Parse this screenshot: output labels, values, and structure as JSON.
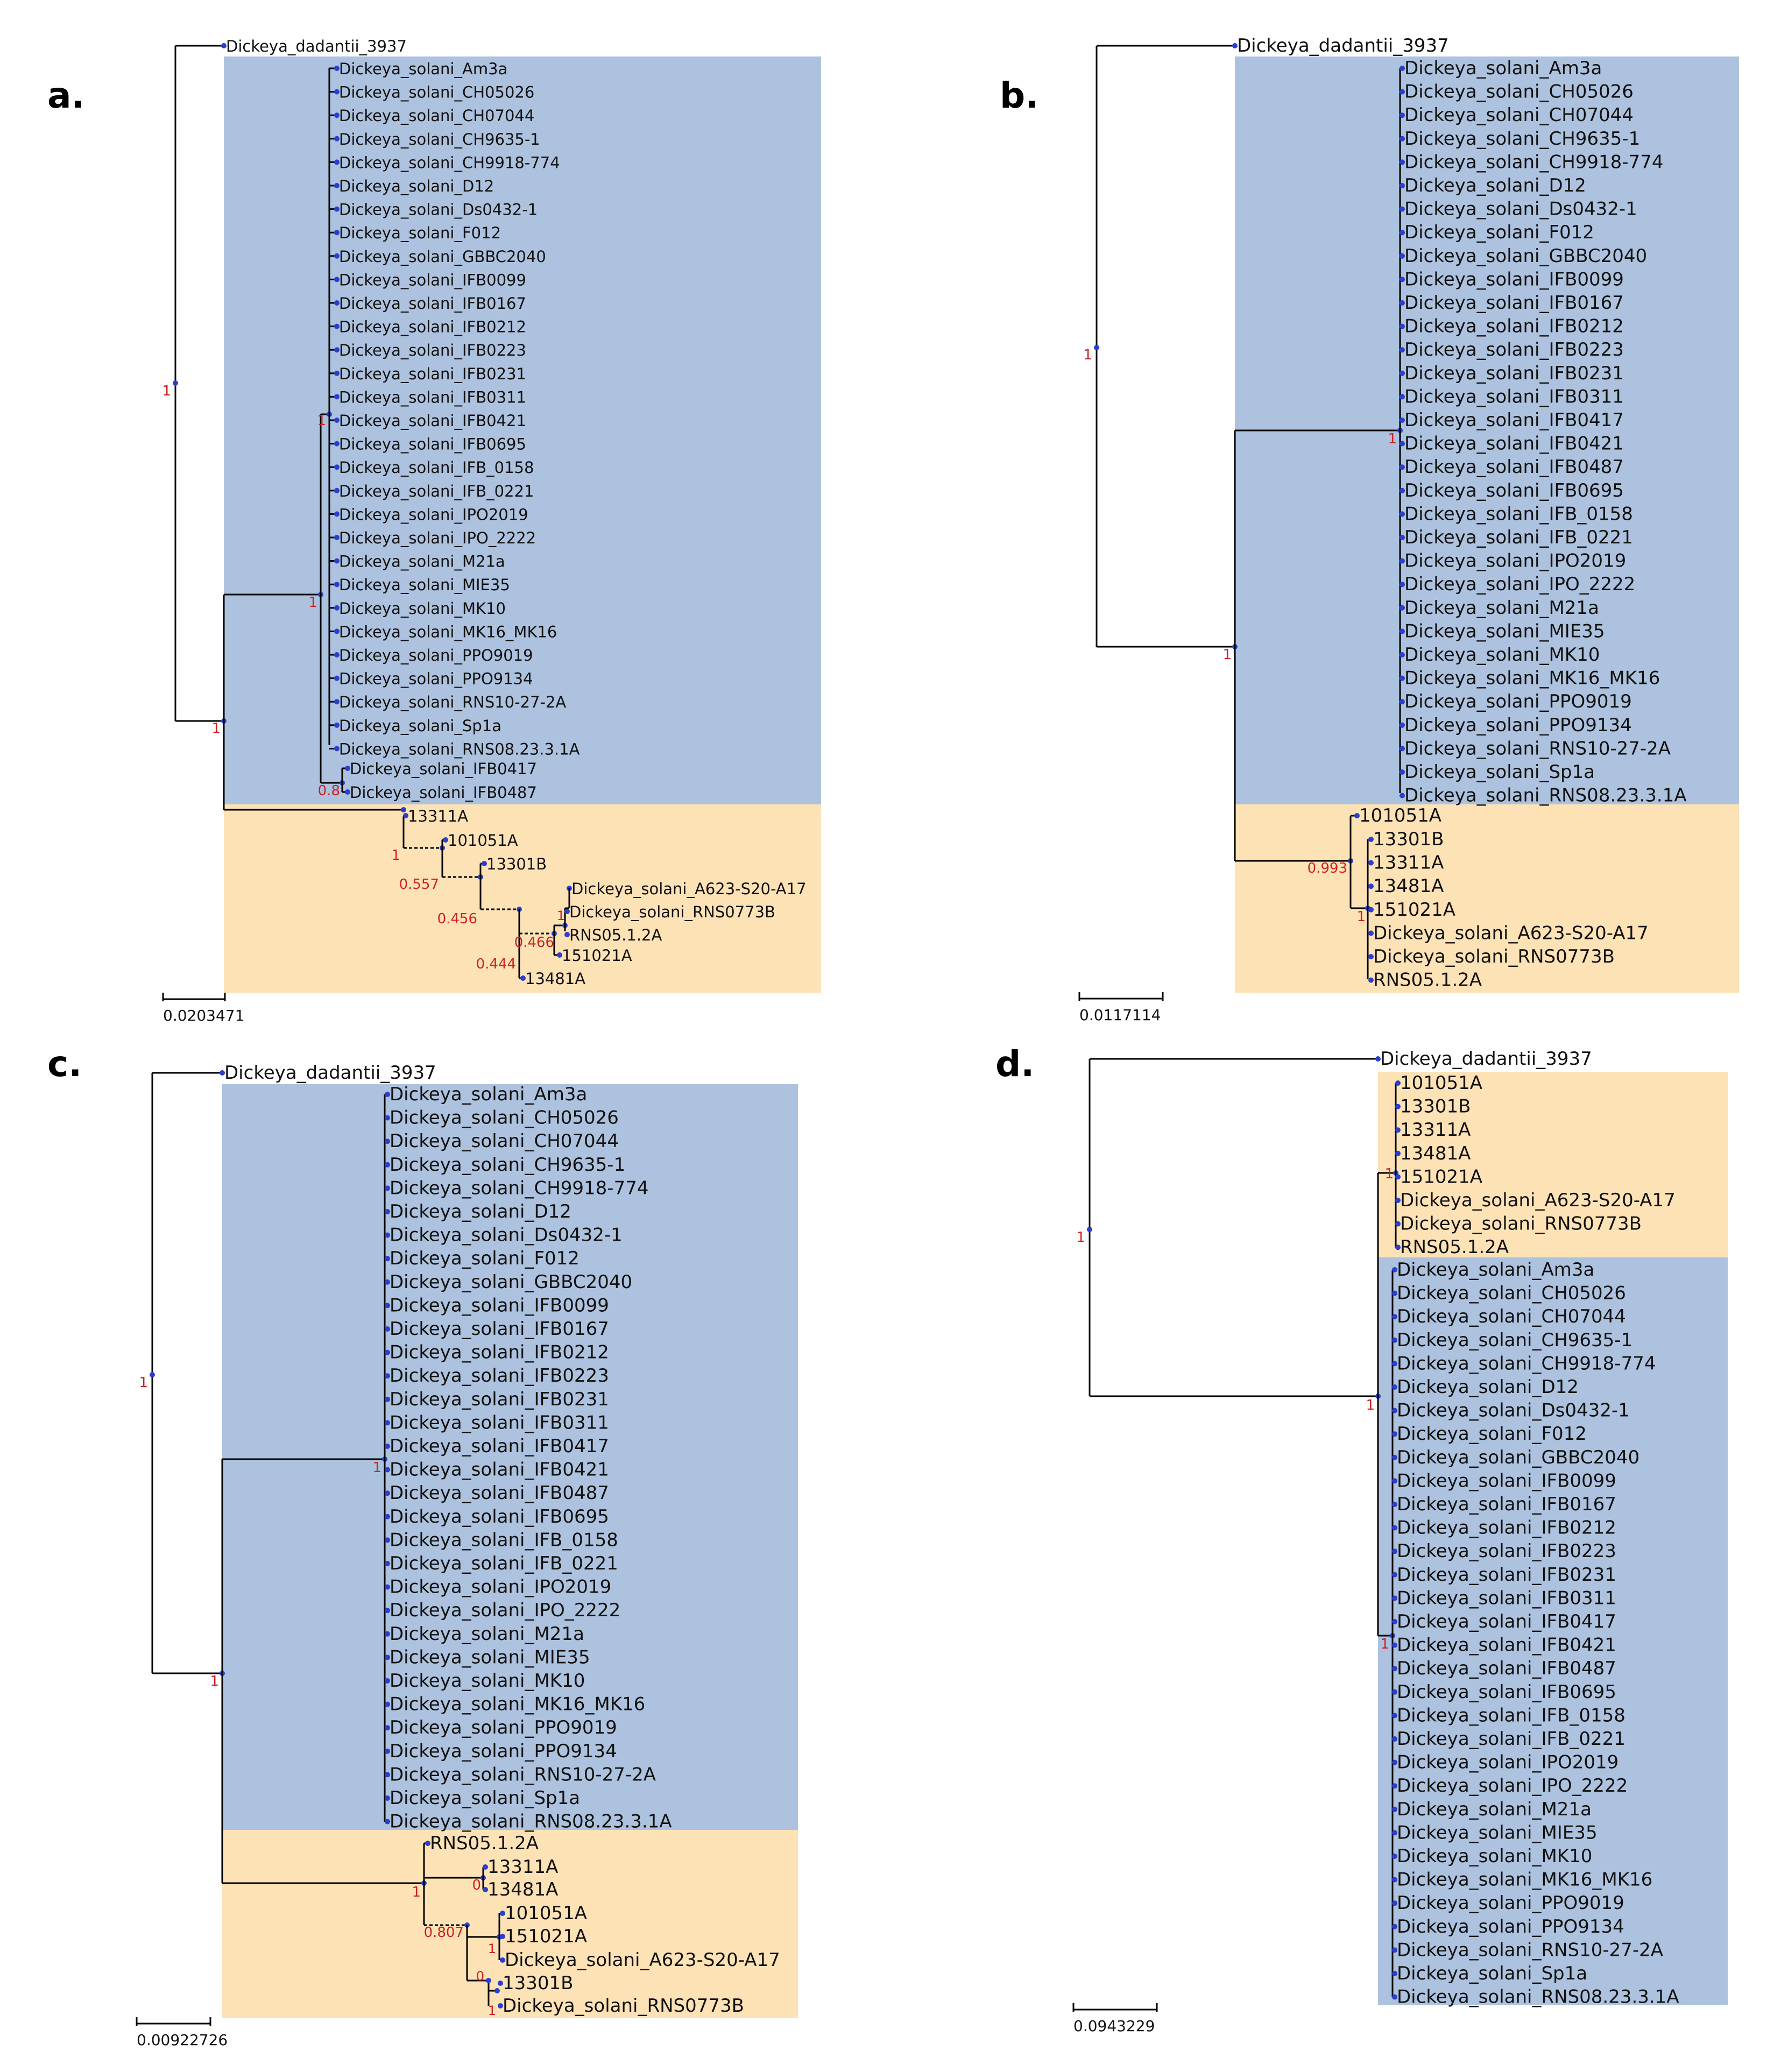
{
  "colors": {
    "solani_clade": "#adc2de",
    "outgroup_clade": "#fde2b6",
    "branch": "#000000",
    "node_dot": "#2a3fd0",
    "support": "#cc2222"
  },
  "panels": [
    {
      "letter": "a.",
      "outgroup": "Dickeya_dadantii_3937",
      "root_support": "1",
      "node_supports": [
        "1",
        "1",
        "1",
        "0.8",
        "1",
        "0.557",
        "0.456",
        "0.444",
        "0.466",
        "1"
      ],
      "scale": "0.0203471",
      "blue_leaves": [
        "Dickeya_solani_Am3a",
        "Dickeya_solani_CH05026",
        "Dickeya_solani_CH07044",
        "Dickeya_solani_CH9635-1",
        "Dickeya_solani_CH9918-774",
        "Dickeya_solani_D12",
        "Dickeya_solani_Ds0432-1",
        "Dickeya_solani_F012",
        "Dickeya_solani_GBBC2040",
        "Dickeya_solani_IFB0099",
        "Dickeya_solani_IFB0167",
        "Dickeya_solani_IFB0212",
        "Dickeya_solani_IFB0223",
        "Dickeya_solani_IFB0231",
        "Dickeya_solani_IFB0311",
        "Dickeya_solani_IFB0421",
        "Dickeya_solani_IFB0695",
        "Dickeya_solani_IFB_0158",
        "Dickeya_solani_IFB_0221",
        "Dickeya_solani_IPO2019",
        "Dickeya_solani_IPO_2222",
        "Dickeya_solani_M21a",
        "Dickeya_solani_MIE35",
        "Dickeya_solani_MK10",
        "Dickeya_solani_MK16_MK16",
        "Dickeya_solani_PPO9019",
        "Dickeya_solani_PPO9134",
        "Dickeya_solani_RNS10-27-2A",
        "Dickeya_solani_Sp1a",
        "Dickeya_solani_RNS08.23.3.1A",
        "Dickeya_solani_IFB0417",
        "Dickeya_solani_IFB0487"
      ],
      "orange_leaves": [
        "13311A",
        "101051A",
        "13301B",
        "Dickeya_solani_A623-S20-A17",
        "Dickeya_solani_RNS0773B",
        "RNS05.1.2A",
        "151021A",
        "13481A"
      ]
    },
    {
      "letter": "b.",
      "outgroup": "Dickeya_dadantii_3937",
      "root_support": "1",
      "node_supports": [
        "1",
        "1",
        "0.993",
        "1"
      ],
      "scale": "0.0117114",
      "blue_leaves": [
        "Dickeya_solani_Am3a",
        "Dickeya_solani_CH05026",
        "Dickeya_solani_CH07044",
        "Dickeya_solani_CH9635-1",
        "Dickeya_solani_CH9918-774",
        "Dickeya_solani_D12",
        "Dickeya_solani_Ds0432-1",
        "Dickeya_solani_F012",
        "Dickeya_solani_GBBC2040",
        "Dickeya_solani_IFB0099",
        "Dickeya_solani_IFB0167",
        "Dickeya_solani_IFB0212",
        "Dickeya_solani_IFB0223",
        "Dickeya_solani_IFB0231",
        "Dickeya_solani_IFB0311",
        "Dickeya_solani_IFB0417",
        "Dickeya_solani_IFB0421",
        "Dickeya_solani_IFB0487",
        "Dickeya_solani_IFB0695",
        "Dickeya_solani_IFB_0158",
        "Dickeya_solani_IFB_0221",
        "Dickeya_solani_IPO2019",
        "Dickeya_solani_IPO_2222",
        "Dickeya_solani_M21a",
        "Dickeya_solani_MIE35",
        "Dickeya_solani_MK10",
        "Dickeya_solani_MK16_MK16",
        "Dickeya_solani_PPO9019",
        "Dickeya_solani_PPO9134",
        "Dickeya_solani_RNS10-27-2A",
        "Dickeya_solani_Sp1a",
        "Dickeya_solani_RNS08.23.3.1A"
      ],
      "orange_leaves": [
        "101051A",
        "13301B",
        "13311A",
        "13481A",
        "151021A",
        "Dickeya_solani_A623-S20-A17",
        "Dickeya_solani_RNS0773B",
        "RNS05.1.2A"
      ]
    },
    {
      "letter": "c.",
      "outgroup": "Dickeya_dadantii_3937",
      "root_support": "1",
      "node_supports": [
        "1",
        "1",
        "1",
        "0",
        "0.807",
        "1",
        "0",
        "1"
      ],
      "scale": "0.00922726",
      "blue_leaves": [
        "Dickeya_solani_Am3a",
        "Dickeya_solani_CH05026",
        "Dickeya_solani_CH07044",
        "Dickeya_solani_CH9635-1",
        "Dickeya_solani_CH9918-774",
        "Dickeya_solani_D12",
        "Dickeya_solani_Ds0432-1",
        "Dickeya_solani_F012",
        "Dickeya_solani_GBBC2040",
        "Dickeya_solani_IFB0099",
        "Dickeya_solani_IFB0167",
        "Dickeya_solani_IFB0212",
        "Dickeya_solani_IFB0223",
        "Dickeya_solani_IFB0231",
        "Dickeya_solani_IFB0311",
        "Dickeya_solani_IFB0417",
        "Dickeya_solani_IFB0421",
        "Dickeya_solani_IFB0487",
        "Dickeya_solani_IFB0695",
        "Dickeya_solani_IFB_0158",
        "Dickeya_solani_IFB_0221",
        "Dickeya_solani_IPO2019",
        "Dickeya_solani_IPO_2222",
        "Dickeya_solani_M21a",
        "Dickeya_solani_MIE35",
        "Dickeya_solani_MK10",
        "Dickeya_solani_MK16_MK16",
        "Dickeya_solani_PPO9019",
        "Dickeya_solani_PPO9134",
        "Dickeya_solani_RNS10-27-2A",
        "Dickeya_solani_Sp1a",
        "Dickeya_solani_RNS08.23.3.1A"
      ],
      "orange_leaves": [
        "RNS05.1.2A",
        "13311A",
        "13481A",
        "101051A",
        "151021A",
        "Dickeya_solani_A623-S20-A17",
        "13301B",
        "Dickeya_solani_RNS0773B"
      ]
    },
    {
      "letter": "d.",
      "outgroup": "Dickeya_dadantii_3937",
      "root_support": "1",
      "node_supports": [
        "1",
        "1",
        "1"
      ],
      "scale": "0.0943229",
      "orange_leaves": [
        "101051A",
        "13301B",
        "13311A",
        "13481A",
        "151021A",
        "Dickeya_solani_A623-S20-A17",
        "Dickeya_solani_RNS0773B",
        "RNS05.1.2A"
      ],
      "blue_leaves": [
        "Dickeya_solani_Am3a",
        "Dickeya_solani_CH05026",
        "Dickeya_solani_CH07044",
        "Dickeya_solani_CH9635-1",
        "Dickeya_solani_CH9918-774",
        "Dickeya_solani_D12",
        "Dickeya_solani_Ds0432-1",
        "Dickeya_solani_F012",
        "Dickeya_solani_GBBC2040",
        "Dickeya_solani_IFB0099",
        "Dickeya_solani_IFB0167",
        "Dickeya_solani_IFB0212",
        "Dickeya_solani_IFB0223",
        "Dickeya_solani_IFB0231",
        "Dickeya_solani_IFB0311",
        "Dickeya_solani_IFB0417",
        "Dickeya_solani_IFB0421",
        "Dickeya_solani_IFB0487",
        "Dickeya_solani_IFB0695",
        "Dickeya_solani_IFB_0158",
        "Dickeya_solani_IFB_0221",
        "Dickeya_solani_IPO2019",
        "Dickeya_solani_IPO_2222",
        "Dickeya_solani_M21a",
        "Dickeya_solani_MIE35",
        "Dickeya_solani_MK10",
        "Dickeya_solani_MK16_MK16",
        "Dickeya_solani_PPO9019",
        "Dickeya_solani_PPO9134",
        "Dickeya_solani_RNS10-27-2A",
        "Dickeya_solani_Sp1a",
        "Dickeya_solani_RNS08.23.3.1A"
      ]
    }
  ]
}
